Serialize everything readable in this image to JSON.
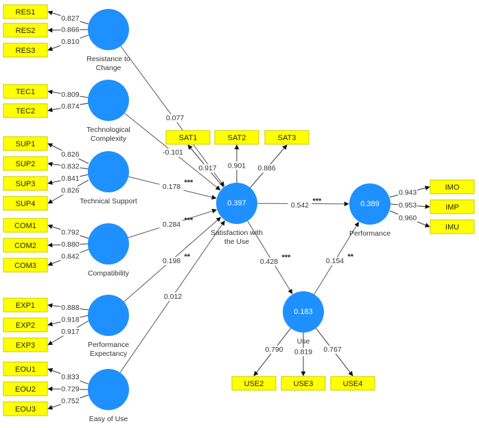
{
  "diagram": {
    "type": "pls-sem-path-model",
    "colors": {
      "latent": "#1e90ff",
      "indicator": "#ffff00",
      "edge": "#555555"
    },
    "latent_variables": [
      {
        "id": "RES",
        "label": [
          "Resistance to",
          "Change"
        ],
        "r2": ""
      },
      {
        "id": "TEC",
        "label": [
          "Technological",
          "Complexity"
        ],
        "r2": ""
      },
      {
        "id": "SUP",
        "label": [
          "Technical Support"
        ],
        "r2": ""
      },
      {
        "id": "COM",
        "label": [
          "Compatibility"
        ],
        "r2": ""
      },
      {
        "id": "EXP",
        "label": [
          "Performance",
          "Expectancy"
        ],
        "r2": ""
      },
      {
        "id": "EOU",
        "label": [
          "Easy of Use"
        ],
        "r2": ""
      },
      {
        "id": "SAT",
        "label": [
          "Satisfaction with",
          "the Use"
        ],
        "r2": "0.397"
      },
      {
        "id": "PER",
        "label": [
          "Performance"
        ],
        "r2": "0.389"
      },
      {
        "id": "USE",
        "label": [
          "Use"
        ],
        "r2": "0.183"
      }
    ],
    "indicators": [
      {
        "name": "RES1",
        "lv": "RES",
        "loading": "0.827"
      },
      {
        "name": "RES2",
        "lv": "RES",
        "loading": "0.866"
      },
      {
        "name": "RES3",
        "lv": "RES",
        "loading": "0.810"
      },
      {
        "name": "TEC1",
        "lv": "TEC",
        "loading": "0.809"
      },
      {
        "name": "TEC2",
        "lv": "TEC",
        "loading": "0.874"
      },
      {
        "name": "SUP1",
        "lv": "SUP",
        "loading": "0.826"
      },
      {
        "name": "SUP2",
        "lv": "SUP",
        "loading": "0.832"
      },
      {
        "name": "SUP3",
        "lv": "SUP",
        "loading": "0.841"
      },
      {
        "name": "SUP4",
        "lv": "SUP",
        "loading": "0.826"
      },
      {
        "name": "COM1",
        "lv": "COM",
        "loading": "0.792"
      },
      {
        "name": "COM2",
        "lv": "COM",
        "loading": "0.880"
      },
      {
        "name": "COM3",
        "lv": "COM",
        "loading": "0.842"
      },
      {
        "name": "EXP1",
        "lv": "EXP",
        "loading": "0.888"
      },
      {
        "name": "EXP2",
        "lv": "EXP",
        "loading": "0.918"
      },
      {
        "name": "EXP3",
        "lv": "EXP",
        "loading": "0.917"
      },
      {
        "name": "EOU1",
        "lv": "EOU",
        "loading": "0.833"
      },
      {
        "name": "EOU2",
        "lv": "EOU",
        "loading": "0.729"
      },
      {
        "name": "EOU3",
        "lv": "EOU",
        "loading": "0.752"
      },
      {
        "name": "SAT1",
        "lv": "SAT",
        "loading": "0.917"
      },
      {
        "name": "SAT2",
        "lv": "SAT",
        "loading": "0.901"
      },
      {
        "name": "SAT3",
        "lv": "SAT",
        "loading": "0.886"
      },
      {
        "name": "IMO",
        "lv": "PER",
        "loading": "0.943"
      },
      {
        "name": "IMP",
        "lv": "PER",
        "loading": "0.953"
      },
      {
        "name": "IMU",
        "lv": "PER",
        "loading": "0.960"
      },
      {
        "name": "USE2",
        "lv": "USE",
        "loading": "0.790"
      },
      {
        "name": "USE3",
        "lv": "USE",
        "loading": "0.819"
      },
      {
        "name": "USE4",
        "lv": "USE",
        "loading": "0.767"
      }
    ],
    "paths": [
      {
        "from": "RES",
        "to": "SAT",
        "coef": "0.077",
        "sig": ""
      },
      {
        "from": "TEC",
        "to": "SAT",
        "coef": "-0.101",
        "sig": "*"
      },
      {
        "from": "SUP",
        "to": "SAT",
        "coef": "0.178",
        "sig": "***"
      },
      {
        "from": "COM",
        "to": "SAT",
        "coef": "0.284",
        "sig": "***"
      },
      {
        "from": "EXP",
        "to": "SAT",
        "coef": "0.198",
        "sig": "**"
      },
      {
        "from": "EOU",
        "to": "SAT",
        "coef": "0.012",
        "sig": ""
      },
      {
        "from": "SAT",
        "to": "PER",
        "coef": "0.542",
        "sig": "***"
      },
      {
        "from": "SAT",
        "to": "USE",
        "coef": "0.428",
        "sig": "***"
      },
      {
        "from": "USE",
        "to": "PER",
        "coef": "0.154",
        "sig": "**"
      }
    ]
  }
}
